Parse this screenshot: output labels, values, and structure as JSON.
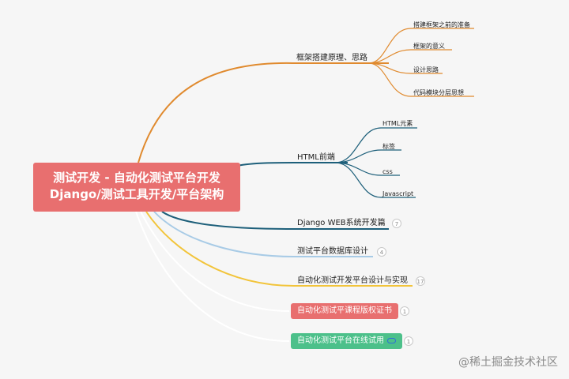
{
  "root": {
    "line1": "测试开发 - 自动化测试平台开发",
    "line2": "Django/测试工具开发/平台架构"
  },
  "branches": {
    "framework": {
      "label": "框架搭建原理、思路",
      "children": [
        "搭建框架之前的准备",
        "框架的意义",
        "设计思路",
        "代码模块分层思想"
      ]
    },
    "html": {
      "label": "HTML前端",
      "children": [
        "HTML元素",
        "标签",
        "css",
        "Javascript"
      ]
    },
    "django": {
      "label": "Django WEB系统开发篇",
      "count": "7"
    },
    "db": {
      "label": "测试平台数据库设计",
      "count": "4"
    },
    "auto": {
      "label": "自动化测试开发平台设计与实现",
      "count": "17"
    },
    "copyright": {
      "label": "自动化测试平课程版权证书",
      "count": "1"
    },
    "online": {
      "label": "自动化测试平台在线试用",
      "count": "1"
    }
  },
  "colors": {
    "root": "#e86f6f",
    "orange": "#e08a2e",
    "teal": "#1d5f7a",
    "lightblue": "#a8cbe6",
    "yellow": "#f2c43a",
    "red": "#e86f6f",
    "green": "#4cc08a"
  },
  "watermark": "@稀土掘金技术社区"
}
